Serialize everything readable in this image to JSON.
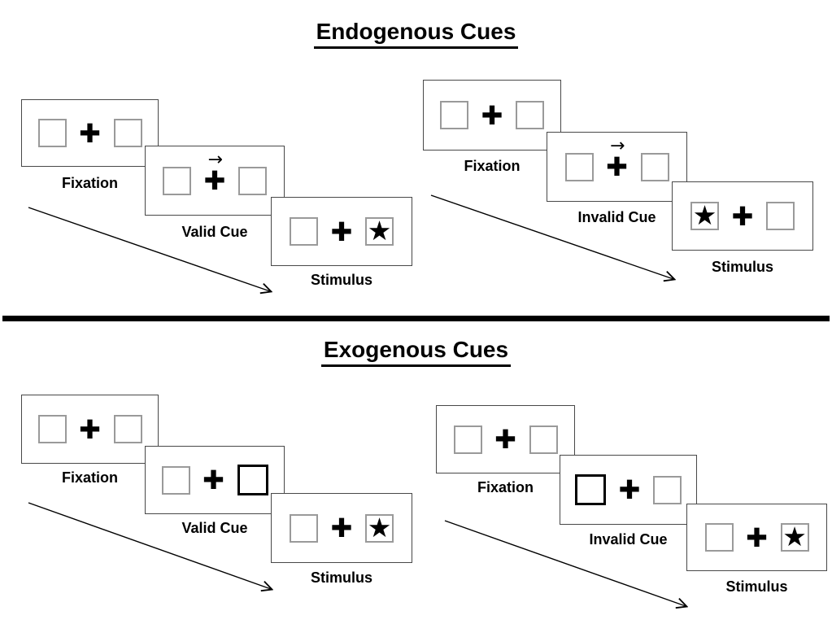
{
  "colors": {
    "background": "#ffffff",
    "ink": "#000000",
    "panel_border": "#484848",
    "box_border": "#9a9a9a"
  },
  "icons": {
    "fixation_cross": "✚",
    "target_star": "★",
    "cue_arrow": "→"
  },
  "sections": [
    {
      "title": "Endogenous Cues",
      "groups": [
        {
          "name": "valid-trial",
          "panels": [
            {
              "label": "Fixation",
              "variant": "fixation"
            },
            {
              "label": "Valid Cue",
              "variant": "central-arrow-cue"
            },
            {
              "label": "Stimulus",
              "variant": "star-right"
            }
          ]
        },
        {
          "name": "invalid-trial",
          "panels": [
            {
              "label": "Fixation",
              "variant": "fixation"
            },
            {
              "label": "Invalid Cue",
              "variant": "central-arrow-cue"
            },
            {
              "label": "Stimulus",
              "variant": "star-left"
            }
          ]
        }
      ]
    },
    {
      "title": "Exogenous Cues",
      "groups": [
        {
          "name": "valid-trial",
          "panels": [
            {
              "label": "Fixation",
              "variant": "fixation"
            },
            {
              "label": "Valid Cue",
              "variant": "bold-box-right"
            },
            {
              "label": "Stimulus",
              "variant": "star-right"
            }
          ]
        },
        {
          "name": "invalid-trial",
          "panels": [
            {
              "label": "Fixation",
              "variant": "fixation"
            },
            {
              "label": "Invalid Cue",
              "variant": "bold-box-left"
            },
            {
              "label": "Stimulus",
              "variant": "star-right"
            }
          ]
        }
      ]
    }
  ]
}
